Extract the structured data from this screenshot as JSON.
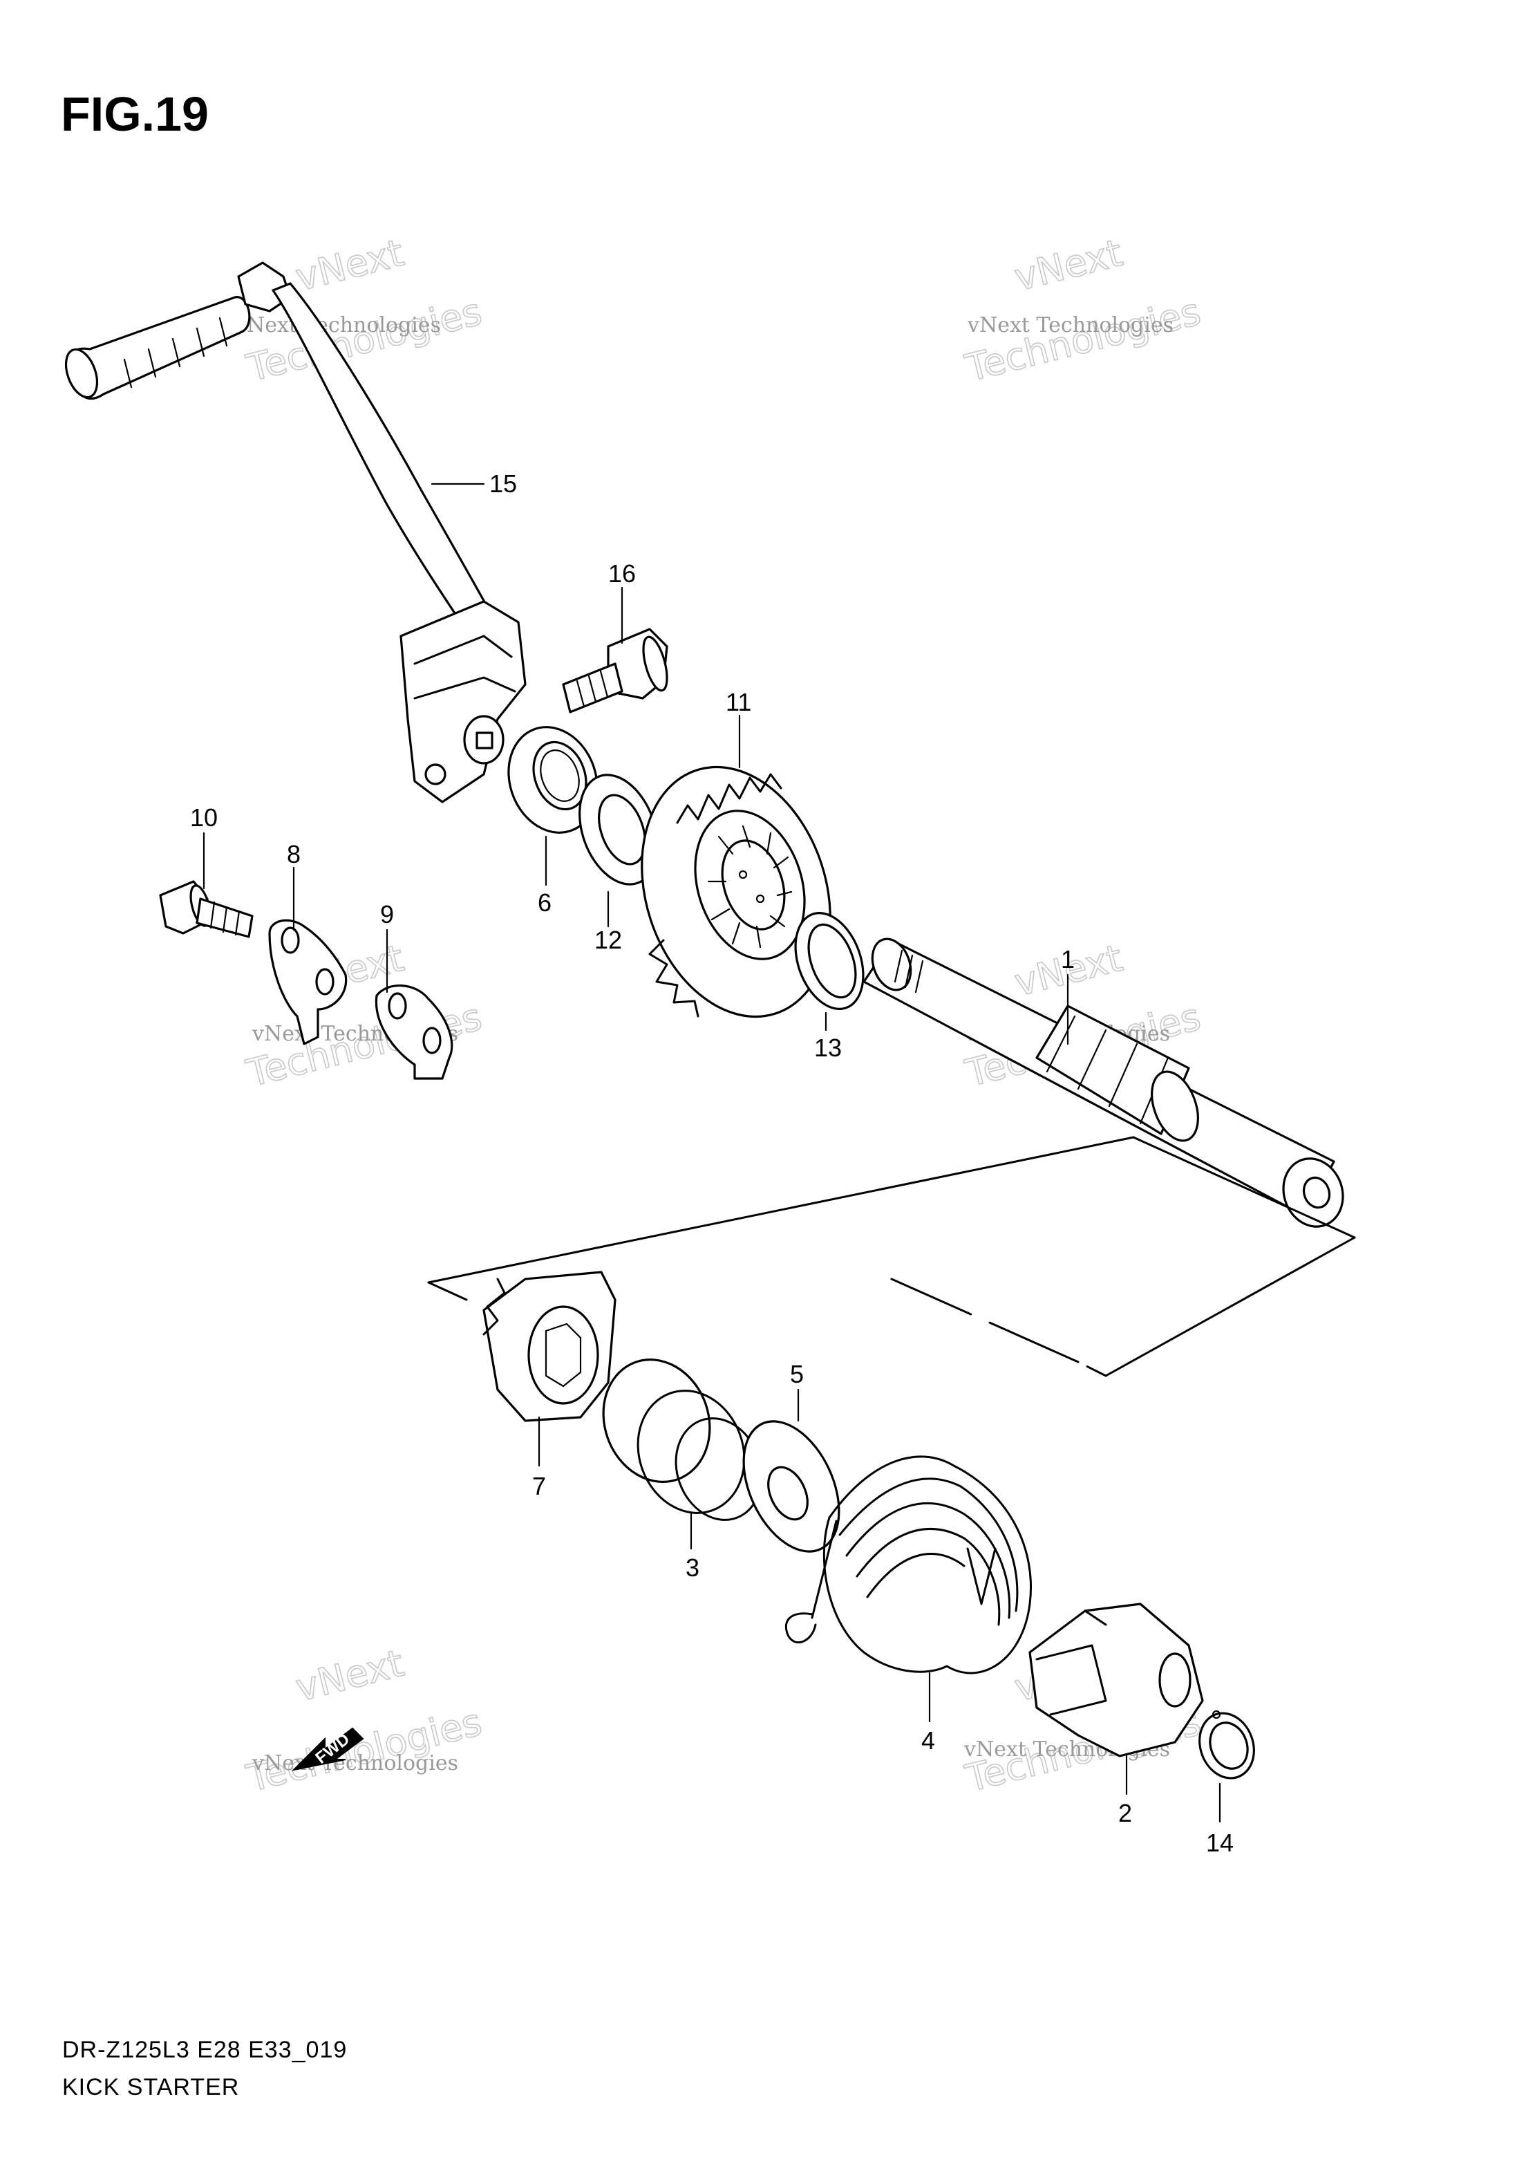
{
  "figure": {
    "title": "FIG.19",
    "model_code": "DR-Z125L3 E28 E33_019",
    "section_name": "KICK STARTER"
  },
  "watermark": {
    "line1": "vNext",
    "line2": "vNext Technologies",
    "line3": "Technologies"
  },
  "fwd_marker": "FWD",
  "callouts": {
    "p1": "1",
    "p2": "2",
    "p3": "3",
    "p4": "4",
    "p5": "5",
    "p6": "6",
    "p7": "7",
    "p8": "8",
    "p9": "9",
    "p10": "10",
    "p11": "11",
    "p12": "12",
    "p13": "13",
    "p14": "14",
    "p15": "15",
    "p16": "16"
  },
  "colors": {
    "ink": "#000000",
    "watermark": "#999999",
    "watermark_outline": "#c8c8c8",
    "background": "#ffffff"
  }
}
